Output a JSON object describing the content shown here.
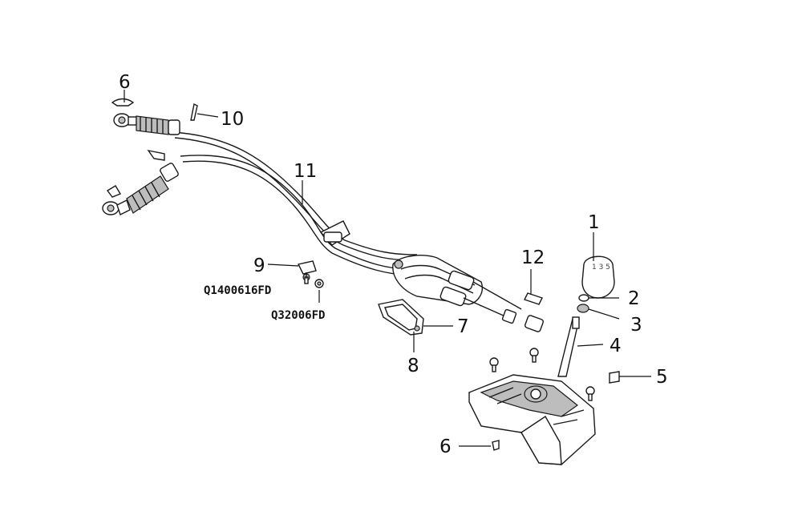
{
  "diagram": {
    "callouts": [
      {
        "id": "c1",
        "text": "1"
      },
      {
        "id": "c2",
        "text": "2"
      },
      {
        "id": "c3",
        "text": "3"
      },
      {
        "id": "c4",
        "text": "4"
      },
      {
        "id": "c5",
        "text": "5"
      },
      {
        "id": "c6a",
        "text": "6"
      },
      {
        "id": "c6b",
        "text": "6"
      },
      {
        "id": "c7",
        "text": "7"
      },
      {
        "id": "c8",
        "text": "8"
      },
      {
        "id": "c9",
        "text": "9"
      },
      {
        "id": "c10",
        "text": "10"
      },
      {
        "id": "c11",
        "text": "11"
      },
      {
        "id": "c12",
        "text": "12"
      }
    ],
    "codes": [
      {
        "id": "q1",
        "text": "Q1400616FD"
      },
      {
        "id": "q2",
        "text": "Q32006FD"
      }
    ]
  }
}
